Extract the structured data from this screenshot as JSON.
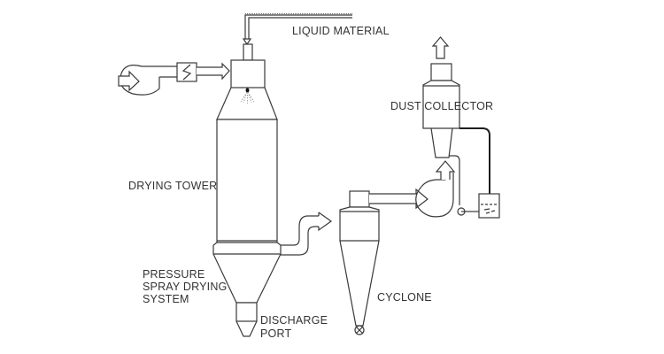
{
  "diagram": {
    "title": "Pressure Spray Drying System",
    "labels": {
      "liquid_material": "LIQUID MATERIAL",
      "drying_tower": "DRYING TOWER",
      "system_line1": "PRESSURE",
      "system_line2": "SPRAY DRYING",
      "system_line3": "SYSTEM",
      "discharge_line1": "DISCHARGE",
      "discharge_line2": "PORT",
      "cyclone": "CYCLONE",
      "dust_collector": "DUST COLLECTOR"
    },
    "components": [
      {
        "id": "inlet-fan",
        "icon": "blower-icon"
      },
      {
        "id": "heater",
        "icon": "heat-exchanger-icon"
      },
      {
        "id": "spray-head",
        "icon": "nozzle-icon"
      },
      {
        "id": "drying-tower",
        "icon": "tower-icon"
      },
      {
        "id": "discharge-port",
        "icon": "hopper-icon"
      },
      {
        "id": "cyclone",
        "icon": "cyclone-icon"
      },
      {
        "id": "rotary-valve",
        "icon": "valve-icon"
      },
      {
        "id": "exhaust-fan",
        "icon": "blower-icon"
      },
      {
        "id": "dust-collector",
        "icon": "scrubber-icon"
      },
      {
        "id": "water-tank",
        "icon": "tank-icon"
      },
      {
        "id": "pump",
        "icon": "pump-icon"
      }
    ],
    "flows": [
      {
        "from": "air-inlet",
        "to": "inlet-fan"
      },
      {
        "from": "inlet-fan",
        "to": "heater"
      },
      {
        "from": "heater",
        "to": "drying-tower"
      },
      {
        "from": "liquid-material",
        "to": "spray-head"
      },
      {
        "from": "drying-tower",
        "to": "cyclone"
      },
      {
        "from": "cyclone",
        "to": "exhaust-fan"
      },
      {
        "from": "exhaust-fan",
        "to": "dust-collector"
      },
      {
        "from": "dust-collector",
        "to": "exhaust-out"
      },
      {
        "from": "dust-collector",
        "to": "water-tank"
      },
      {
        "from": "water-tank",
        "to": "pump"
      }
    ]
  }
}
